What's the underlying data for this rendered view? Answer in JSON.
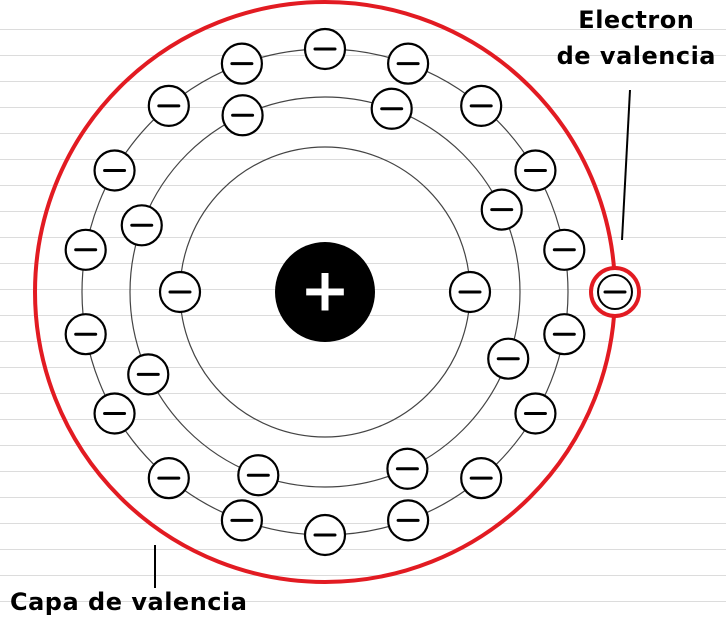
{
  "diagram": {
    "labels": {
      "valence_electron_line1": "Electron",
      "valence_electron_line2": "de valencia",
      "valence_shell": "Capa de valencia"
    },
    "nucleus_symbol": "+",
    "electron_symbol": "−",
    "shells": [
      {
        "name": "shell-1",
        "electron_count": 2
      },
      {
        "name": "shell-2",
        "electron_count": 8
      },
      {
        "name": "shell-3",
        "electron_count": 18
      },
      {
        "name": "valence-shell",
        "electron_count": 1
      }
    ],
    "colors": {
      "valence_highlight": "#e21b22",
      "orbit": "#444444",
      "nucleus": "#000000",
      "electron_fill": "#ffffff"
    }
  }
}
